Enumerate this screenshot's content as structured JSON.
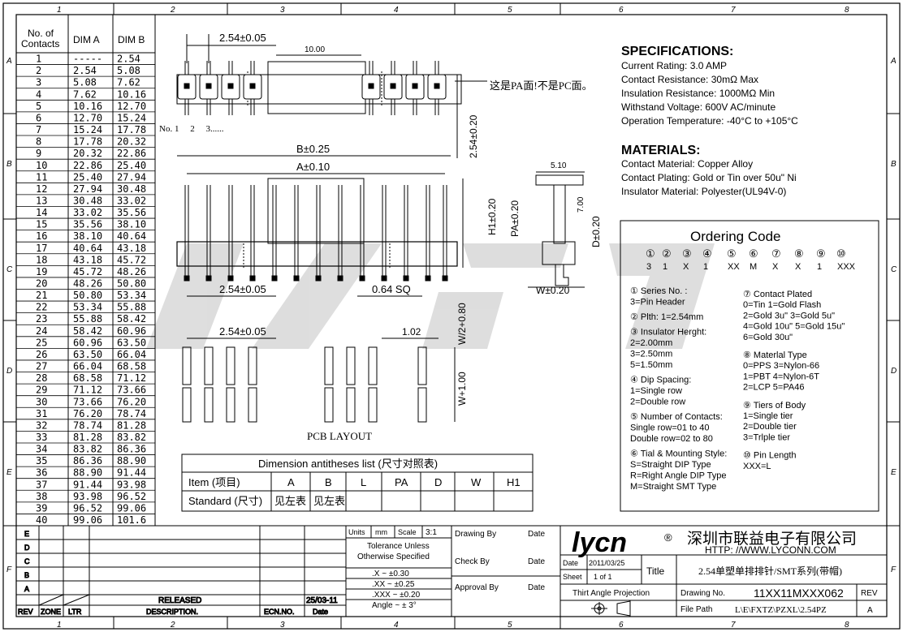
{
  "frame": {
    "col_labels": [
      "1",
      "2",
      "3",
      "4",
      "5",
      "6",
      "7",
      "8"
    ],
    "row_labels": [
      "A",
      "B",
      "C",
      "D",
      "E",
      "F"
    ]
  },
  "contacts_table": {
    "headers": [
      "No. of Contacts",
      "DIM A",
      "DIM B"
    ],
    "rows": [
      [
        "1",
        "-----",
        "2.54"
      ],
      [
        "2",
        "2.54",
        "5.08"
      ],
      [
        "3",
        "5.08",
        "7.62"
      ],
      [
        "4",
        "7.62",
        "10.16"
      ],
      [
        "5",
        "10.16",
        "12.70"
      ],
      [
        "6",
        "12.70",
        "15.24"
      ],
      [
        "7",
        "15.24",
        "17.78"
      ],
      [
        "8",
        "17.78",
        "20.32"
      ],
      [
        "9",
        "20.32",
        "22.86"
      ],
      [
        "10",
        "22.86",
        "25.40"
      ],
      [
        "11",
        "25.40",
        "27.94"
      ],
      [
        "12",
        "27.94",
        "30.48"
      ],
      [
        "13",
        "30.48",
        "33.02"
      ],
      [
        "14",
        "33.02",
        "35.56"
      ],
      [
        "15",
        "35.56",
        "38.10"
      ],
      [
        "16",
        "38.10",
        "40.64"
      ],
      [
        "17",
        "40.64",
        "43.18"
      ],
      [
        "18",
        "43.18",
        "45.72"
      ],
      [
        "19",
        "45.72",
        "48.26"
      ],
      [
        "20",
        "48.26",
        "50.80"
      ],
      [
        "21",
        "50.80",
        "53.34"
      ],
      [
        "22",
        "53.34",
        "55.88"
      ],
      [
        "23",
        "55.88",
        "58.42"
      ],
      [
        "24",
        "58.42",
        "60.96"
      ],
      [
        "25",
        "60.96",
        "63.50"
      ],
      [
        "26",
        "63.50",
        "66.04"
      ],
      [
        "27",
        "66.04",
        "68.58"
      ],
      [
        "28",
        "68.58",
        "71.12"
      ],
      [
        "29",
        "71.12",
        "73.66"
      ],
      [
        "30",
        "73.66",
        "76.20"
      ],
      [
        "31",
        "76.20",
        "78.74"
      ],
      [
        "32",
        "78.74",
        "81.28"
      ],
      [
        "33",
        "81.28",
        "83.82"
      ],
      [
        "34",
        "83.82",
        "86.36"
      ],
      [
        "35",
        "86.36",
        "88.90"
      ],
      [
        "36",
        "88.90",
        "91.44"
      ],
      [
        "37",
        "91.44",
        "93.98"
      ],
      [
        "38",
        "93.98",
        "96.52"
      ],
      [
        "39",
        "96.52",
        "99.06"
      ],
      [
        "40",
        "99.06",
        "101.6"
      ]
    ]
  },
  "drawing": {
    "pitch_top": "2.54±0.05",
    "body_len": "10.00",
    "pa_note": "这是PA面!不是PC面。",
    "pin_numbers": "No. 1     2     3......",
    "dim_b": "B±0.25",
    "dim_a": "A±0.10",
    "dim_254_vert": "2.54±0.20",
    "pitch_mid": "2.54±0.05",
    "sq": "0.64  SQ",
    "h1": "H1±0.20",
    "pa": "PA±0.20",
    "d": "D±0.20",
    "side_510": "5.10",
    "side_700": "7.00",
    "w": "W±0.20",
    "pcb_pitch": "2.54±0.05",
    "pcb_102": "1.02",
    "pcb_w2": "W/2+0.80",
    "pcb_w": "W+1.00",
    "pcb_title": "PCB LAYOUT"
  },
  "spec": {
    "title": "SPECIFICATIONS:",
    "lines": [
      "Current Rating: 3.0 AMP",
      "Contact Resistance: 30mΩ Max",
      "Insulation Resistance: 1000MΩ Min",
      "Withstand Voltage: 600V AC/minute",
      "Operation Temperature: -40°C to +105°C"
    ]
  },
  "materials": {
    "title": "MATERIALS:",
    "lines": [
      "Contact Material: Copper Alloy",
      "Contact Plating: Gold or Tin over 50u\" Ni",
      "Insulator Material: Polyester(UL94V-0)"
    ]
  },
  "ordering": {
    "title": "Ordering  Code",
    "circles": [
      "①",
      "②",
      "③",
      "④",
      "⑤",
      "⑥",
      "⑦",
      "⑧",
      "⑨",
      "⑩"
    ],
    "values": [
      "3",
      "1",
      "X",
      "1",
      "XX",
      "M",
      "X",
      "X",
      "1",
      "XXX"
    ],
    "left_notes": [
      "① Series  No. :",
      "   3=Pin Header",
      "② Plth: 1=2.54mm",
      "③ Insulator Herght:",
      "      2=2.00mm",
      "      3=2.50mm",
      "      5=1.50mm",
      "④ Dip Spacing:",
      "   1=Single  row",
      "   2=Double  row",
      "⑤ Number  of  Contacts:",
      "   Single  row=01 to 40",
      "   Double  row=02 to 80",
      "⑥ Tial & Mounting Style:",
      "   S=Straight  DIP Type",
      "   R=Right Angle DIP Type",
      "   M=Straight SMT Type"
    ],
    "right_notes": [
      "⑦ Contact  Plated",
      "  0=Tin          1=Gold Flash",
      "  2=Gold 3u\"   3=Gold 5u\"",
      "  4=Gold 10u\"  5=Gold 15u\"",
      "  6=Gold 30u\"",
      "⑧ Materlal  Type",
      "  0=PPS      3=Nylon-66",
      "  1=PBT      4=Nylon-6T",
      "  2=LCP      5=PA46",
      "⑨ Tiers of  Body",
      "  1=Single  tier",
      "  2=Double tier",
      "  3=Trlple tier",
      "⑩ Pin  Length",
      "        XXX=L"
    ]
  },
  "dim_list": {
    "title": "Dimension antitheses list (尺寸对照表)",
    "headers": [
      "Item (项目)",
      "A",
      "B",
      "L",
      "PA",
      "D",
      "W",
      "H1"
    ],
    "row": [
      "Standard (尺寸)",
      "见左表",
      "见左表",
      "",
      "",
      "",
      "",
      ""
    ]
  },
  "title_block": {
    "rev_rows": [
      "E",
      "D",
      "C",
      "B",
      "A"
    ],
    "released": "RELEASED",
    "rev_date": "25/03-11",
    "rev_headers": [
      "REV",
      "ZONE",
      "LTR",
      "DESCRIPTION.",
      "ECN.NO.",
      "Date"
    ],
    "units_label": "Units",
    "units": "mm",
    "scale_label": "Scale",
    "scale": "3:1",
    "tolerance": [
      "Tolerance Unless",
      "Otherwise Specified"
    ],
    "tol_lines": [
      ".X  ~  ±0.30",
      ".XX  ~  ±0.25",
      ".XXX  ~  ±0.20",
      "Angle  ~  ± 3°"
    ],
    "drawing_by": "Drawing By",
    "check_by": "Check  By",
    "approval_by": "Approval By",
    "date_label": "Date",
    "brand": "lycn",
    "reg": "®",
    "company": "深圳市联益电子有限公司",
    "http": "HTTP:  //WWW.LYCONN.COM",
    "date_value": "2011/03/25",
    "sheet": "1  of 1",
    "title_label": "Title",
    "title_value": "2.54单塑单排排针/SMT系列(带帽)",
    "projection": "Thirt Angle Projection",
    "drawing_no_label": "Drawing No.",
    "drawing_no": "11XX11MXXX062",
    "rev_label": "REV",
    "rev_value": "A",
    "file_path_label": "File Path",
    "file_path": "L\\E\\FXTZ\\PZXL\\2.54PZ",
    "sheet_label": "Sheet"
  }
}
